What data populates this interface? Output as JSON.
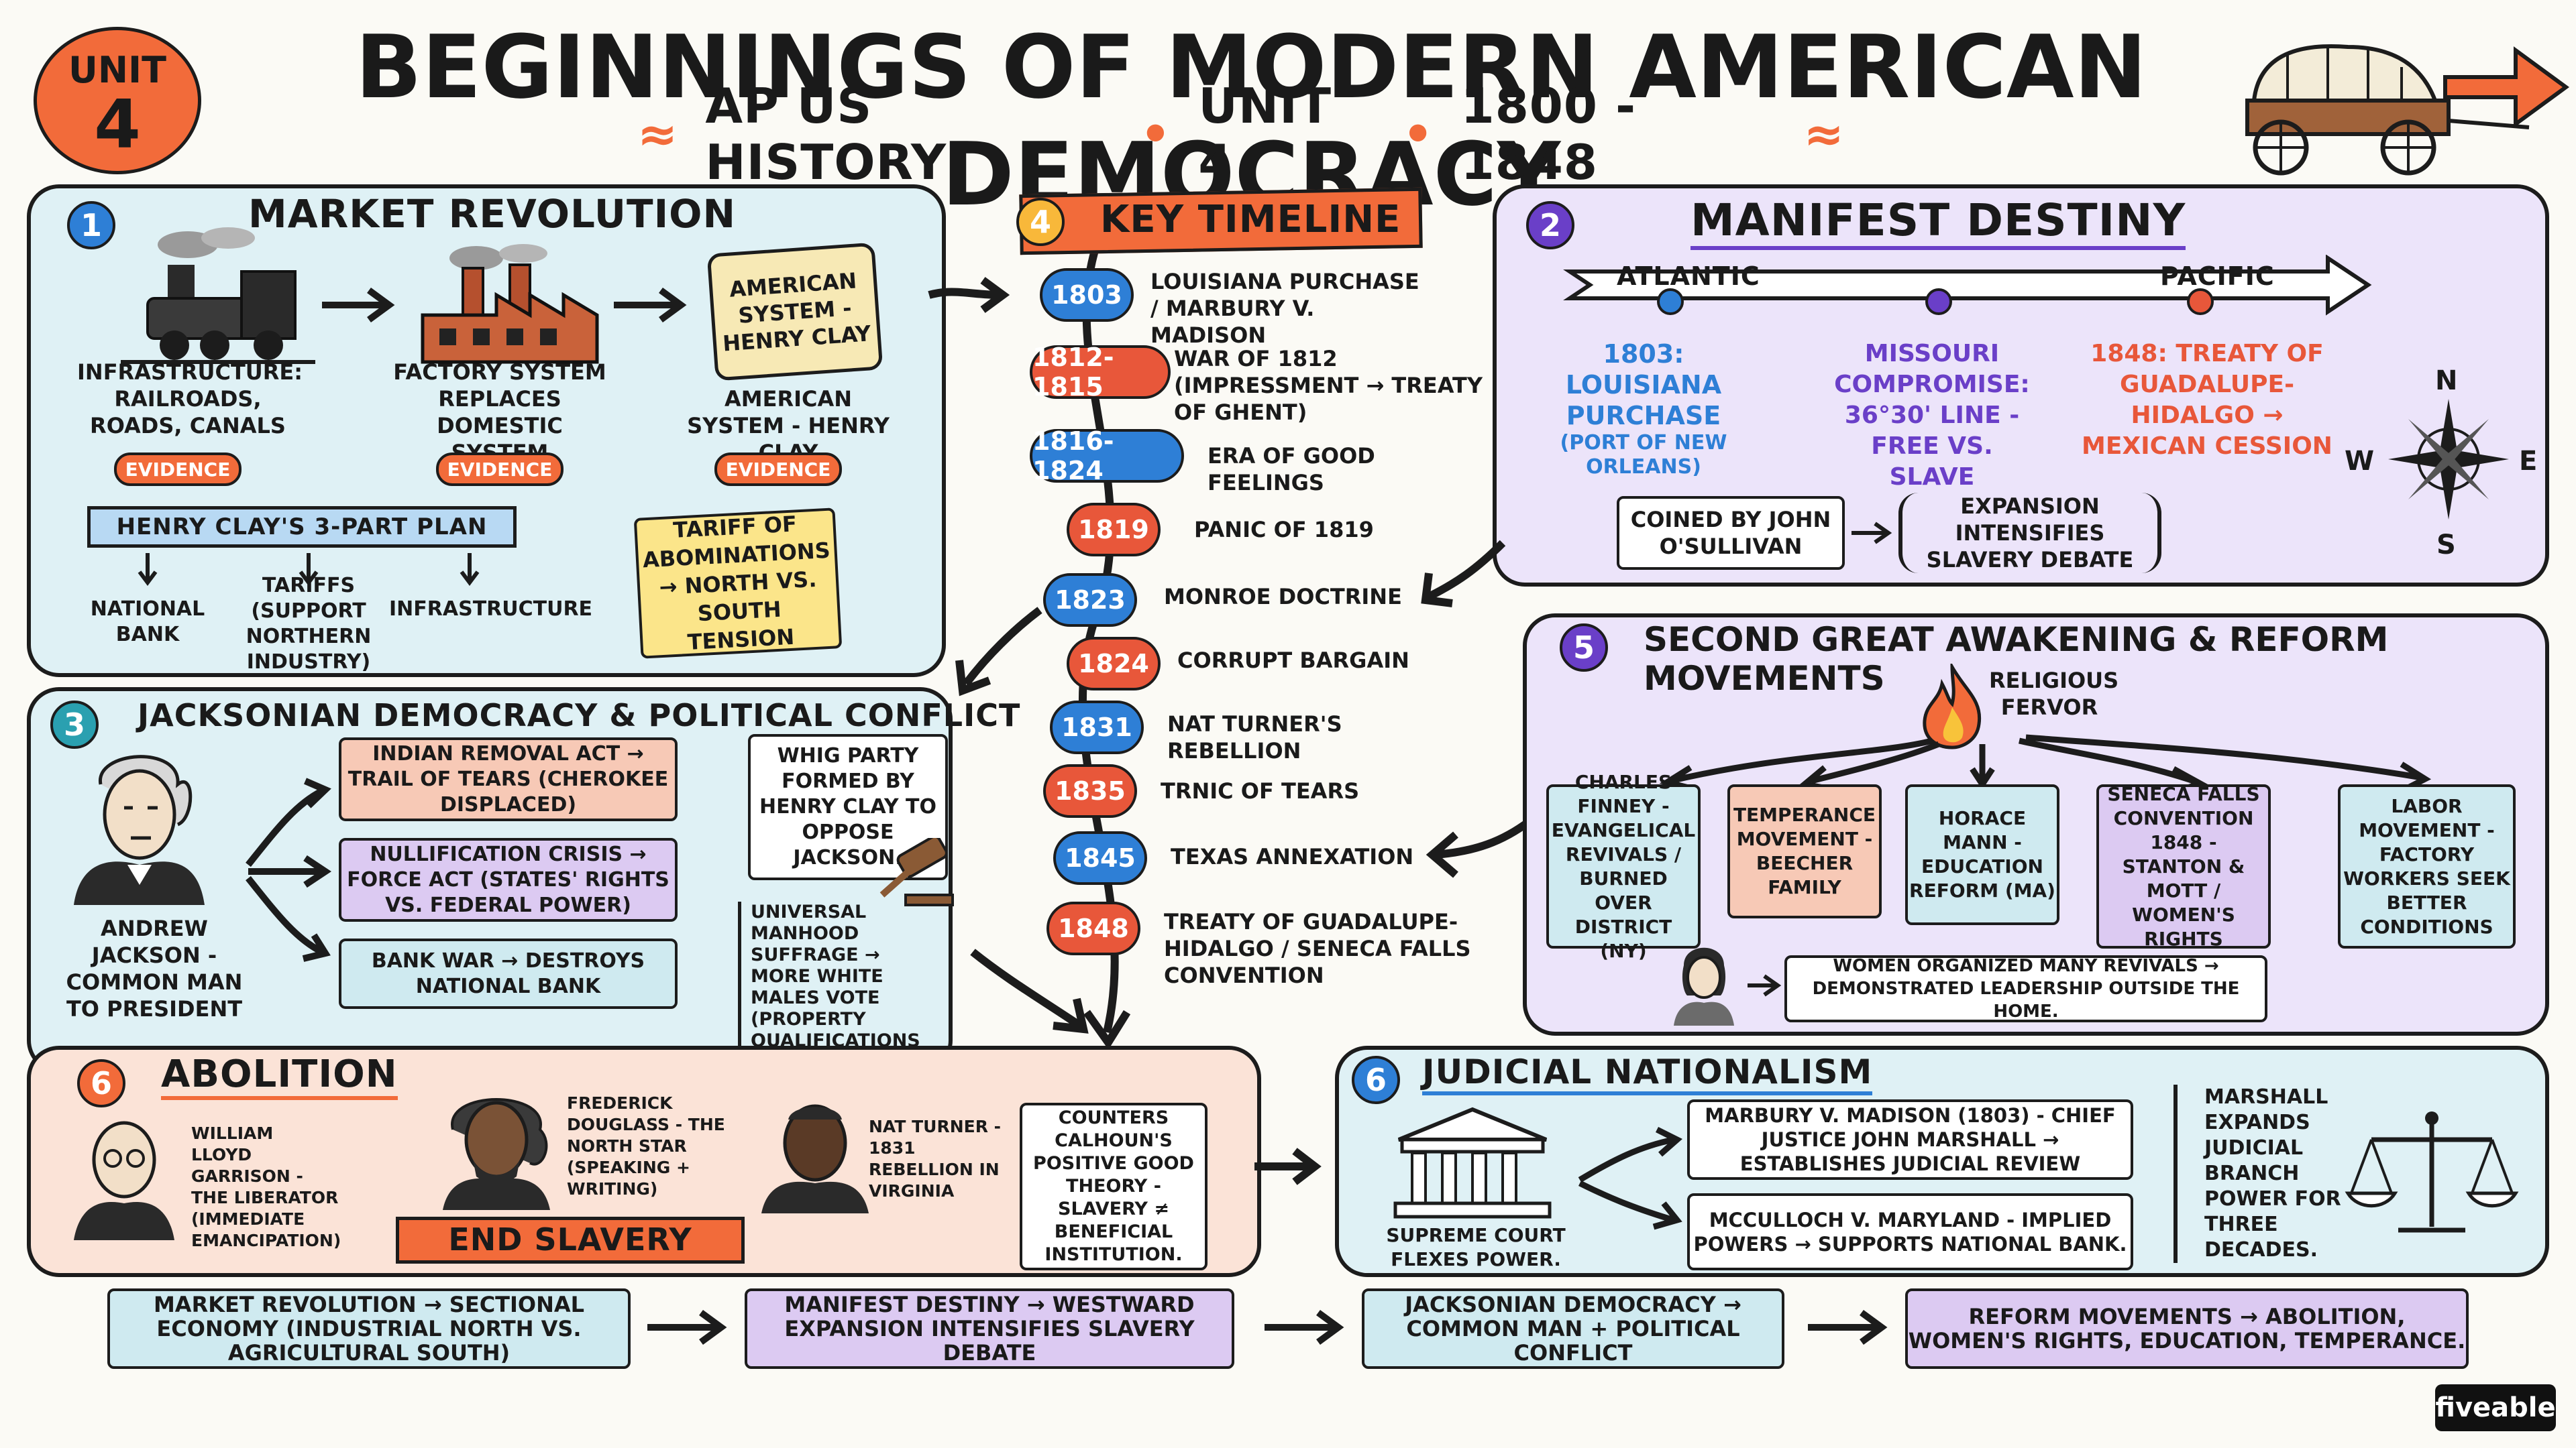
{
  "header": {
    "unit_badge_line1": "UNIT",
    "unit_badge_line2": "4",
    "title": "BEGINNINGS OF MODERN AMERICAN DEMOCRACY",
    "subtitle_course": "AP US HISTORY",
    "subtitle_unit": "UNIT 4",
    "subtitle_years": "1800 - 1848"
  },
  "market": {
    "number": "1",
    "title": "MARKET REVOLUTION",
    "scroll_text": "AMERICAN SYSTEM - HENRY CLAY",
    "items": [
      {
        "label": "INFRASTRUCTURE: RAILROADS, ROADS, CANALS",
        "evidence": "EVIDENCE"
      },
      {
        "label": "FACTORY SYSTEM REPLACES DOMESTIC SYSTEM",
        "evidence": "EVIDENCE"
      },
      {
        "label": "AMERICAN SYSTEM - HENRY CLAY",
        "evidence": "EVIDENCE"
      }
    ],
    "plan_banner": "HENRY CLAY'S 3-PART PLAN",
    "plan_items": [
      "NATIONAL BANK",
      "TARIFFS (SUPPORT NORTHERN INDUSTRY)",
      "INFRASTRUCTURE"
    ],
    "note": "TARIFF OF ABOMINATIONS → NORTH VS. SOUTH TENSION"
  },
  "timeline": {
    "number": "4",
    "title": "KEY TIMELINE",
    "events": [
      {
        "year": "1803",
        "color": "#2e7fd6",
        "text": "LOUISIANA PURCHASE / MARBURY V. MADISON"
      },
      {
        "year": "1812-1815",
        "color": "#e8573a",
        "text": "WAR OF 1812 (IMPRESSMENT → TREATY OF GHENT)"
      },
      {
        "year": "1816-1824",
        "color": "#2e7fd6",
        "text": "ERA OF GOOD FEELINGS"
      },
      {
        "year": "1819",
        "color": "#e8573a",
        "text": "PANIC OF 1819"
      },
      {
        "year": "1823",
        "color": "#2e7fd6",
        "text": "MONROE DOCTRINE"
      },
      {
        "year": "1824",
        "color": "#e8573a",
        "text": "CORRUPT BARGAIN"
      },
      {
        "year": "1831",
        "color": "#2e7fd6",
        "text": "NAT TURNER'S REBELLION"
      },
      {
        "year": "1835",
        "color": "#e8573a",
        "text": "TRNIC OF TEARS"
      },
      {
        "year": "1845",
        "color": "#2e7fd6",
        "text": "TEXAS ANNEXATION"
      },
      {
        "year": "1848",
        "color": "#e8573a",
        "text": "TREATY OF GUADALUPE-HIDALGO / SENECA FALLS CONVENTION"
      }
    ]
  },
  "manifest": {
    "number": "2",
    "title": "MANIFEST DESTINY",
    "atlantic": "ATLANTIC",
    "pacific": "PACIFIC",
    "points": [
      {
        "title": "1803: LOUISIANA PURCHASE",
        "sub": "(PORT OF NEW ORLEANS)",
        "color": "#2e7fd6"
      },
      {
        "title": "MISSOURI COMPROMISE: 36°30' LINE - FREE VS. SLAVE",
        "sub": "",
        "color": "#6a3fc8"
      },
      {
        "title": "1848: TREATY OF GUADALUPE-HIDALGO → MEXICAN CESSION",
        "sub": "",
        "color": "#e8573a"
      }
    ],
    "coined": "COINED BY JOHN O'SULLIVAN",
    "expansion": "EXPANSION INTENSIFIES SLAVERY DEBATE",
    "compass": {
      "n": "N",
      "s": "S",
      "e": "E",
      "w": "W"
    }
  },
  "jackson": {
    "number": "3",
    "title": "JACKSONIAN DEMOCRACY & POLITICAL CONFLICT",
    "portrait_label": "ANDREW JACKSON - COMMON MAN TO PRESIDENT",
    "items": [
      {
        "text": "INDIAN REMOVAL ACT → TRAIL OF TEARS (CHEROKEE DISPLACED)",
        "color": "#f7c9b6"
      },
      {
        "text": "NULLIFICATION CRISIS → FORCE ACT (STATES' RIGHTS VS. FEDERAL POWER)",
        "color": "#dccaf2"
      },
      {
        "text": "BANK WAR → DESTROYS NATIONAL BANK",
        "color": "#cfeaf0"
      }
    ],
    "whig": "WHIG PARTY FORMED BY HENRY CLAY TO OPPOSE JACKSON.",
    "suffrage": "UNIVERSAL MANHOOD SUFFRAGE → MORE WHITE MALES VOTE (PROPERTY QUALIFICATIONS REMOVED)"
  },
  "awakening": {
    "number": "5",
    "title": "SECOND GREAT AWAKENING & REFORM MOVEMENTS",
    "fervor": "RELIGIOUS FERVOR",
    "items": [
      "CHARLES FINNEY - EVANGELICAL REVIVALS / BURNED OVER DISTRICT (NY)",
      "TEMPERANCE MOVEMENT - BEECHER FAMILY",
      "HORACE MANN - EDUCATION REFORM (MA)",
      "SENECA FALLS CONVENTION 1848 - STANTON & MOTT / WOMEN'S RIGHTS",
      "LABOR MOVEMENT - FACTORY WORKERS SEEK BETTER CONDITIONS"
    ],
    "women_note": "WOMEN ORGANIZED MANY REVIVALS → DEMONSTRATED LEADERSHIP OUTSIDE THE HOME."
  },
  "abolition": {
    "number": "6",
    "title": "ABOLITION",
    "people": [
      "WILLIAM LLOYD GARRISON - THE LIBERATOR (IMMEDIATE EMANCIPATION)",
      "FREDERICK DOUGLASS - THE NORTH STAR (SPEAKING + WRITING)",
      "NAT TURNER - 1831 REBELLION IN VIRGINIA"
    ],
    "banner": "END SLAVERY",
    "counter": "COUNTERS CALHOUN'S POSITIVE GOOD THEORY - SLAVERY ≠ BENEFICIAL INSTITUTION."
  },
  "judicial": {
    "number": "6",
    "title": "JUDICIAL NATIONALISM",
    "court_label": "SUPREME COURT FLEXES POWER.",
    "cases": [
      "MARBURY V. MADISON (1803) - CHIEF JUSTICE JOHN MARSHALL → ESTABLISHES JUDICIAL REVIEW",
      "MCCULLOCH V. MARYLAND - IMPLIED POWERS → SUPPORTS NATIONAL BANK."
    ],
    "summary": "MARSHALL EXPANDS JUDICIAL BRANCH POWER FOR THREE DECADES."
  },
  "bottom_chain": [
    {
      "text": "MARKET REVOLUTION → SECTIONAL ECONOMY (INDUSTRIAL NORTH VS. AGRICULTURAL SOUTH)",
      "color": "#cfeaf0"
    },
    {
      "text": "MANIFEST DESTINY → WESTWARD EXPANSION INTENSIFIES SLAVERY DEBATE",
      "color": "#dccaf2"
    },
    {
      "text": "JACKSONIAN DEMOCRACY → COMMON MAN + POLITICAL CONFLICT",
      "color": "#cfeaf0"
    },
    {
      "text": "REFORM MOVEMENTS → ABOLITION, WOMEN'S RIGHTS, EDUCATION, TEMPERANCE.",
      "color": "#dccaf2"
    }
  ],
  "brand": "fiveable",
  "colors": {
    "blue_panel": "#dff1f5",
    "purple_panel": "#ece4fa",
    "peach_panel": "#fbe3d7",
    "orange": "#f26b3a",
    "blue": "#2e7fd6",
    "purple": "#6a3fc8"
  }
}
